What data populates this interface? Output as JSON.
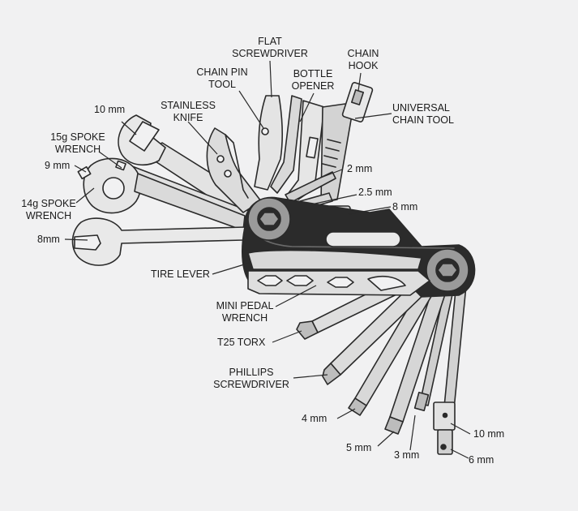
{
  "colors": {
    "background": "#f1f1f2",
    "metal_light": "#e6e6e6",
    "metal_mid": "#c4c4c4",
    "metal_dark": "#8f8f8f",
    "outline": "#2a2a2a",
    "body_black": "#2b2b2b"
  },
  "labels": {
    "flat_screwdriver": "FLAT\nSCREWDRIVER",
    "chain_hook": "CHAIN\nHOOK",
    "chain_pin_tool": "CHAIN PIN\nTOOL",
    "bottle_opener": "BOTTLE\nOPENER",
    "stainless_knife": "STAINLESS\nKNIFE",
    "universal_chain_tool": "UNIVERSAL\nCHAIN TOOL",
    "wrench_10mm": "10 mm",
    "spoke_15g": "15g SPOKE\nWRENCH",
    "wrench_9mm": "9 mm",
    "spoke_14g": "14g SPOKE\nWRENCH",
    "hex_2mm": "2 mm",
    "hex_2_5mm": "2.5 mm",
    "hex_8mm": "8 mm",
    "wrench_8mm": "8mm",
    "tire_lever": "TIRE LEVER",
    "mini_pedal_wrench": "MINI PEDAL\nWRENCH",
    "t25_torx": "T25 TORX",
    "phillips_screwdriver": "PHILLIPS\nSCREWDRIVER",
    "hex_4mm": "4 mm",
    "hex_10mm": "10 mm",
    "hex_5mm": "5 mm",
    "hex_3mm": "3 mm",
    "hex_6mm": "6 mm"
  }
}
